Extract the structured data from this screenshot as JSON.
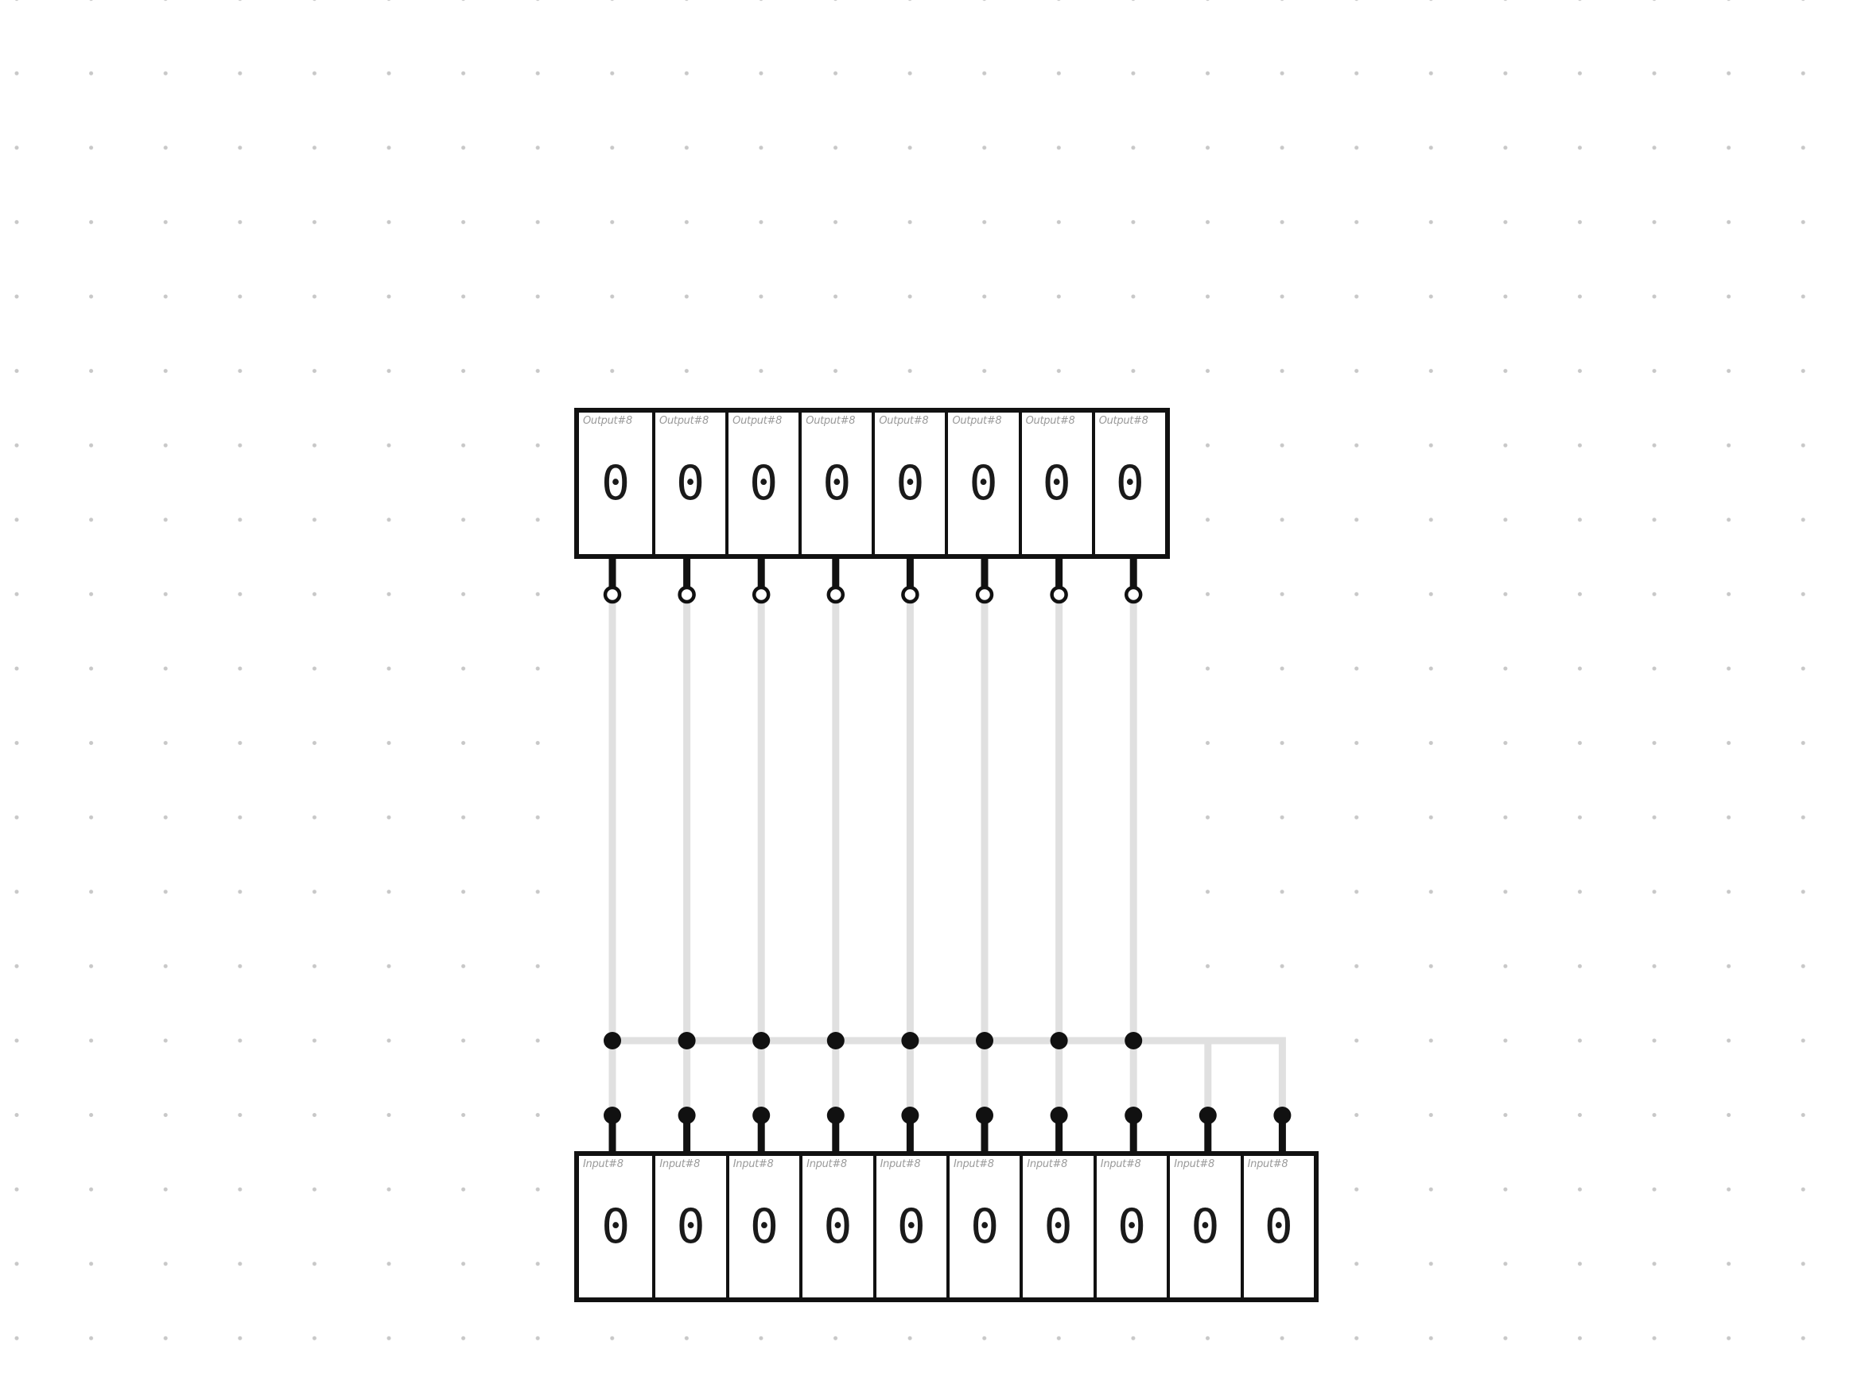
{
  "canvas": {
    "grid_color": "#c8c8c8",
    "wire_color": "#e0e0e0",
    "outline_color": "#111111"
  },
  "output_bank": {
    "cells": [
      {
        "label": "Output#8",
        "value": "0"
      },
      {
        "label": "Output#8",
        "value": "0"
      },
      {
        "label": "Output#8",
        "value": "0"
      },
      {
        "label": "Output#8",
        "value": "0"
      },
      {
        "label": "Output#8",
        "value": "0"
      },
      {
        "label": "Output#8",
        "value": "0"
      },
      {
        "label": "Output#8",
        "value": "0"
      },
      {
        "label": "Output#8",
        "value": "0"
      }
    ]
  },
  "input_bank": {
    "cells": [
      {
        "label": "Input#8",
        "value": "0"
      },
      {
        "label": "Input#8",
        "value": "0"
      },
      {
        "label": "Input#8",
        "value": "0"
      },
      {
        "label": "Input#8",
        "value": "0"
      },
      {
        "label": "Input#8",
        "value": "0"
      },
      {
        "label": "Input#8",
        "value": "0"
      },
      {
        "label": "Input#8",
        "value": "0"
      },
      {
        "label": "Input#8",
        "value": "0"
      },
      {
        "label": "Input#8",
        "value": "0"
      },
      {
        "label": "Input#8",
        "value": "0"
      }
    ]
  }
}
